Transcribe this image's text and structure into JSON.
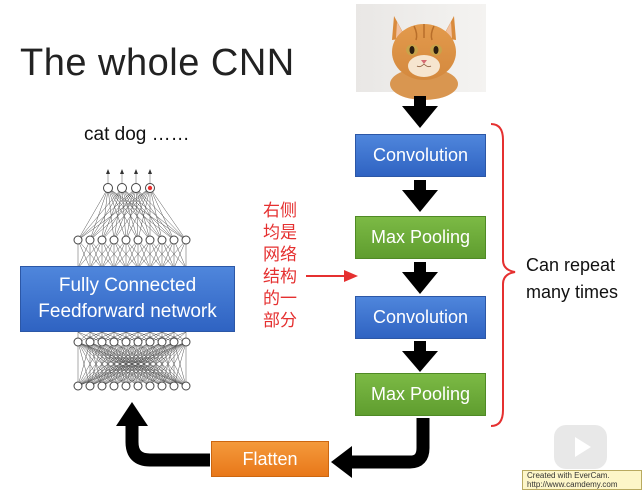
{
  "title": "The whole CNN",
  "outputs_label": "cat dog ……",
  "pipeline": {
    "conv1": "Convolution",
    "pool1": "Max Pooling",
    "conv2": "Convolution",
    "pool2": "Max Pooling",
    "flatten": "Flatten"
  },
  "fc": {
    "line1": "Fully Connected",
    "line2": "Feedforward network"
  },
  "annotation_chinese": [
    "右侧",
    "均是",
    "网络",
    "结构",
    "的一",
    "部分"
  ],
  "repeat": {
    "line1": "Can repeat",
    "line2": "many times"
  },
  "watermark": {
    "line1": "Created with EverCam.",
    "line2": "http://www.camdemy.com"
  },
  "colors": {
    "conv_blue": "#3a6fd0",
    "pool_green": "#6aab3a",
    "flatten_orange": "#ee8a2a",
    "bracket_red": "#e53030",
    "arrow_black": "#000000"
  }
}
